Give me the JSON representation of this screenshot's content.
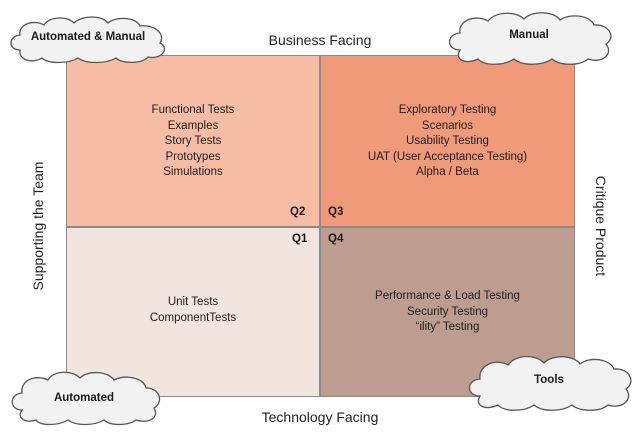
{
  "axes": {
    "top": "Business Facing",
    "bottom": "Technology Facing",
    "left": "Supporting the Team",
    "right": "Critique Product"
  },
  "quadrants": {
    "q2": {
      "label": "Q2",
      "items": [
        "Functional Tests",
        "Examples",
        "Story Tests",
        "Prototypes",
        "Simulations"
      ],
      "color": "#f6bca4"
    },
    "q3": {
      "label": "Q3",
      "items": [
        "Exploratory Testing",
        "Scenarios",
        "Usability Testing",
        "UAT (User Acceptance Testing)",
        "Alpha / Beta"
      ],
      "color": "#f19a7a"
    },
    "q1": {
      "label": "Q1",
      "items": [
        "Unit Tests",
        "ComponentTests"
      ],
      "color": "#f2e4df"
    },
    "q4": {
      "label": "Q4",
      "items": [
        "Performance & Load Testing",
        "Security Testing",
        "“ility” Testing"
      ],
      "color": "#be9d91"
    }
  },
  "clouds": {
    "top_left": "Automated & Manual",
    "top_right": "Manual",
    "bottom_left": "Automated",
    "bottom_right": "Tools"
  }
}
